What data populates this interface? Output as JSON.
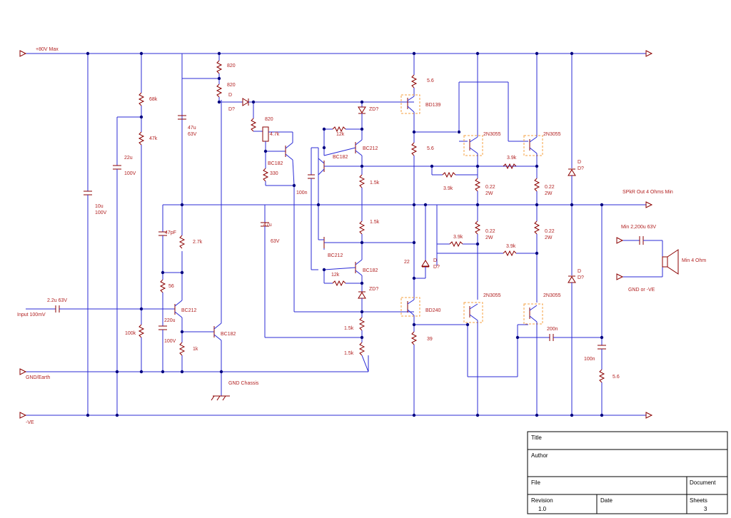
{
  "rails": {
    "positive": "+80V Max",
    "negative": "-VE",
    "ground": "GND/Earth",
    "chassis": "GND Chassis",
    "input": "Input 100mV",
    "output": "SPkR Out 4 Ohms Min",
    "out_cap": "Min 2,200u 63V",
    "spk_gnd": "GND or -VE",
    "speaker": "Min 4 Ohm"
  },
  "parts": {
    "r820a": "820",
    "r820b": "820",
    "r68k": "68k",
    "r47k": "47k",
    "c22u": "22u",
    "c22u_v": "100V",
    "c10u": "10u",
    "c10u_v": "100V",
    "c47u": "47u",
    "c47u_v": "63V",
    "d1": "D",
    "d1b": "D?",
    "r820c": "820",
    "pot47k": "4.7k",
    "r330": "330",
    "q_bc182a": "BC182",
    "c100n_a": "100n",
    "zd1": "ZD?",
    "r12k_a": "12k",
    "q_bc212a": "BC212",
    "q_bc182b": "BC182",
    "r1_5k_a": "1.5k",
    "r1_5k_b": "1.5k",
    "q_bc212b": "BC212",
    "q_bc182c": "BC182",
    "r12k_b": "12k",
    "zd2": "ZD?",
    "r1_5k_c": "1.5k",
    "r1_5k_d": "1.5k",
    "r22": "22",
    "d2": "D",
    "d2b": "D?",
    "q_bd139": "BD139",
    "r5_6a": "5.6",
    "r5_6b": "5.6",
    "q_bd240": "BD240",
    "r39": "39",
    "q_2n3055a": "2N3055",
    "q_2n3055b": "2N3055",
    "q_2n3055c": "2N3055",
    "q_2n3055d": "2N3055",
    "r3_9k_a": "3.9k",
    "r3_9k_b": "3.9k",
    "r3_9k_c": "3.9k",
    "r3_9k_d": "3.9k",
    "r022a": "0.22",
    "r022a_w": "2W",
    "r022b": "0.22",
    "r022b_w": "2W",
    "r022c": "0.22",
    "r022c_w": "2W",
    "r022d": "0.22",
    "r022d_w": "2W",
    "d3": "D",
    "d3b": "D?",
    "d4": "D",
    "d4b": "D?",
    "c200n": "200n",
    "c100n_b": "100n",
    "r5_6c": "5.6",
    "c47pf": "47pF",
    "r2_7k": "2.7k",
    "r56": "56",
    "c220u": "220u",
    "c220u_v": "100V",
    "r1k": "1k",
    "r100k": "100k",
    "c2_2u": "2.2u 63V",
    "q_bc212c": "BC212",
    "q_bc182d": "BC182",
    "c47u_b": "47u",
    "c47u_b_v": "63V"
  },
  "title_block": {
    "title": "Title",
    "author": "Author",
    "file": "File",
    "document": "Document",
    "revision": "Revision",
    "revision_value": "1.0",
    "date": "Date",
    "sheets": "Sheets",
    "sheets_value": "3"
  }
}
